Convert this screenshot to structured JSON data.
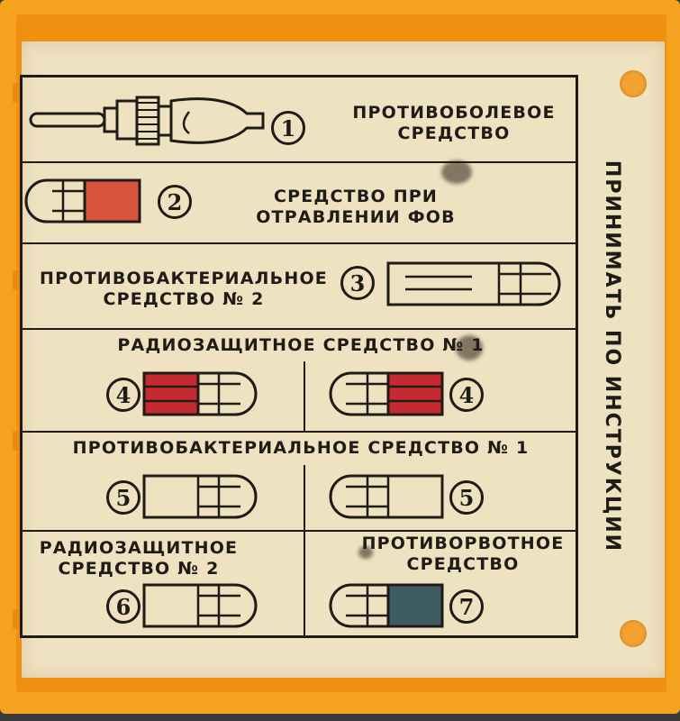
{
  "side_text": "ПРИНИМАТЬ ПО ИНСТРУКЦИИ",
  "rows": {
    "r1": {
      "number": "1",
      "label_lines": [
        "ПРОТИВОБОЛЕВОЕ",
        "СРЕДСТВО"
      ]
    },
    "r2": {
      "number": "2",
      "label_lines": [
        "СРЕДСТВО ПРИ",
        "ОТРАВЛЕНИИ ФОВ"
      ],
      "capsule_color": "#d6533c"
    },
    "r3": {
      "number": "3",
      "label_lines": [
        "ПРОТИВОБАКТЕРИАЛЬНОЕ",
        "СРЕДСТВО № 2"
      ]
    },
    "r4": {
      "number": "4",
      "label": "РАДИОЗАЩИТНОЕ СРЕДСТВО № 1",
      "capsule_color": "#c42a2f"
    },
    "r5": {
      "number": "5",
      "label": "ПРОТИВОБАКТЕРИАЛЬНОЕ СРЕДСТВО № 1"
    },
    "r6": {
      "number": "6",
      "label_lines": [
        "РАДИОЗАЩИТНОЕ",
        "СРЕДСТВО № 2"
      ]
    },
    "r7": {
      "number": "7",
      "label_lines": [
        "ПРОТИВОРВОТНОЕ",
        "СРЕДСТВО"
      ],
      "capsule_color": "#3e5a63"
    }
  },
  "colors": {
    "case": "#f5a21e",
    "paper": "#efe2c0",
    "ink": "#1f1b16"
  }
}
